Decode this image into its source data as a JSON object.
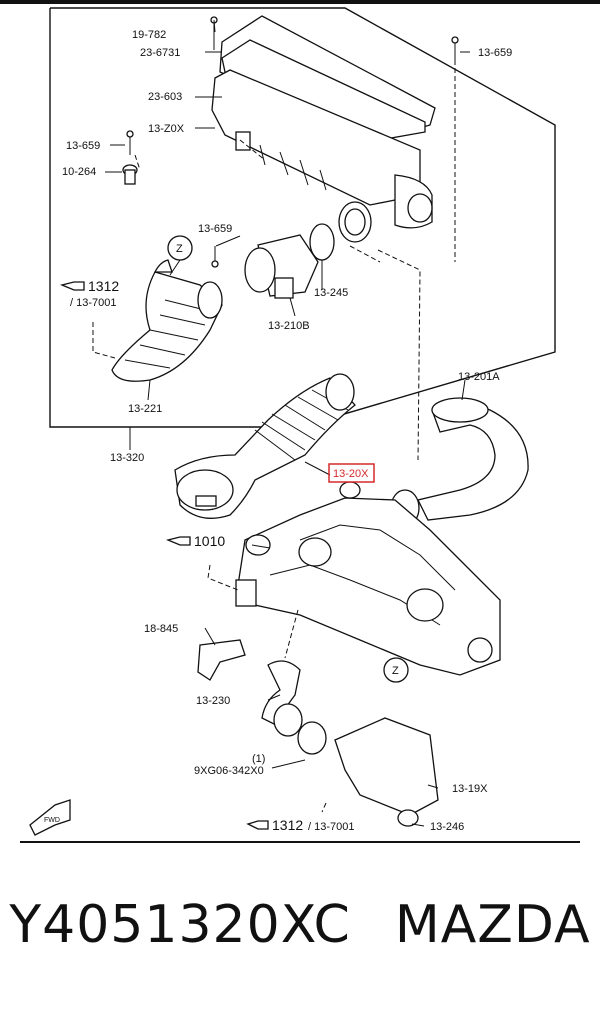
{
  "callouts": {
    "c19782": "19-782",
    "c236731": "23-6731",
    "c13659a": "13-659",
    "c23603": "23-603",
    "c13659b": "13-659",
    "c13z0x": "13-Z0X",
    "c10264": "10-264",
    "c13659c": "13-659",
    "c13245": "13-245",
    "c13210b": "13-210B",
    "c1312a": "1312",
    "c137001a": "/ 13-7001",
    "c13221": "13-221",
    "c13320": "13-320",
    "c13201a": "13-201A",
    "c1320x": "13-20X",
    "c1010": "1010",
    "c18845": "18-845",
    "c13230": "13-230",
    "c1": "(1)",
    "c9xg": "9XG06-342X0",
    "c1319x": "13-19X",
    "c1312b": "1312",
    "c137001b": "/ 13-7001",
    "c13246": "13-246",
    "zA": "Z",
    "zB": "Z",
    "fwd": "FWD"
  },
  "caption": {
    "part_number": "Y4051320XC",
    "brand": "MAZDA"
  },
  "colors": {
    "highlight": "#d62a2a",
    "line": "#111111"
  }
}
